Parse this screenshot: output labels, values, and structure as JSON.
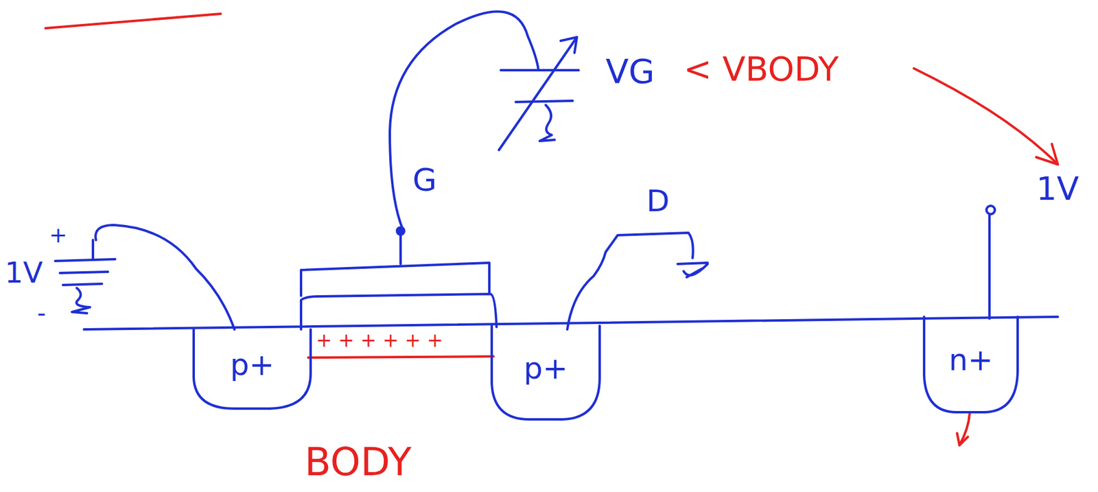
{
  "diagram": {
    "nodes": [
      {
        "text": [
          "p+"
        ]
      },
      {
        "text": [
          "p+"
        ]
      },
      {
        "text": [
          "n+"
        ]
      }
    ],
    "labels": [
      "VG",
      "< VBODY",
      "1V",
      "G",
      "D",
      "1V",
      "+",
      "-",
      "BODY",
      "+ + + + + +"
    ]
  }
}
